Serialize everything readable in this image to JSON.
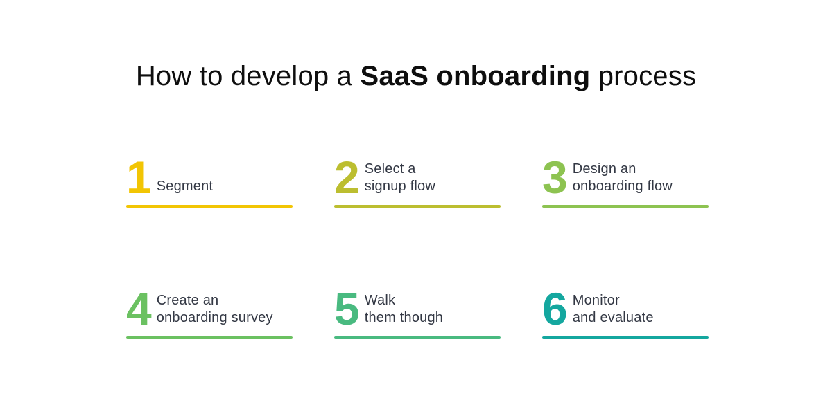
{
  "title": {
    "prefix": "How to develop a ",
    "bold": "SaaS onboarding",
    "suffix": " process"
  },
  "colors": {
    "background": "#FFFFFF",
    "title_text": "#0E0E0E",
    "label_text": "#333844"
  },
  "steps": [
    {
      "number": "1",
      "label_line1": "Segment",
      "label_line2": "",
      "color": "#F2C504"
    },
    {
      "number": "2",
      "label_line1": "Select a",
      "label_line2": "signup flow",
      "color": "#BCBE30"
    },
    {
      "number": "3",
      "label_line1": "Design an",
      "label_line2": "onboarding flow",
      "color": "#8DC351"
    },
    {
      "number": "4",
      "label_line1": "Create an",
      "label_line2": "onboarding survey",
      "color": "#6BC161"
    },
    {
      "number": "5",
      "label_line1": "Walk",
      "label_line2": "them though",
      "color": "#49BA80"
    },
    {
      "number": "6",
      "label_line1": "Monitor",
      "label_line2": "and evaluate",
      "color": "#14A79F"
    }
  ]
}
